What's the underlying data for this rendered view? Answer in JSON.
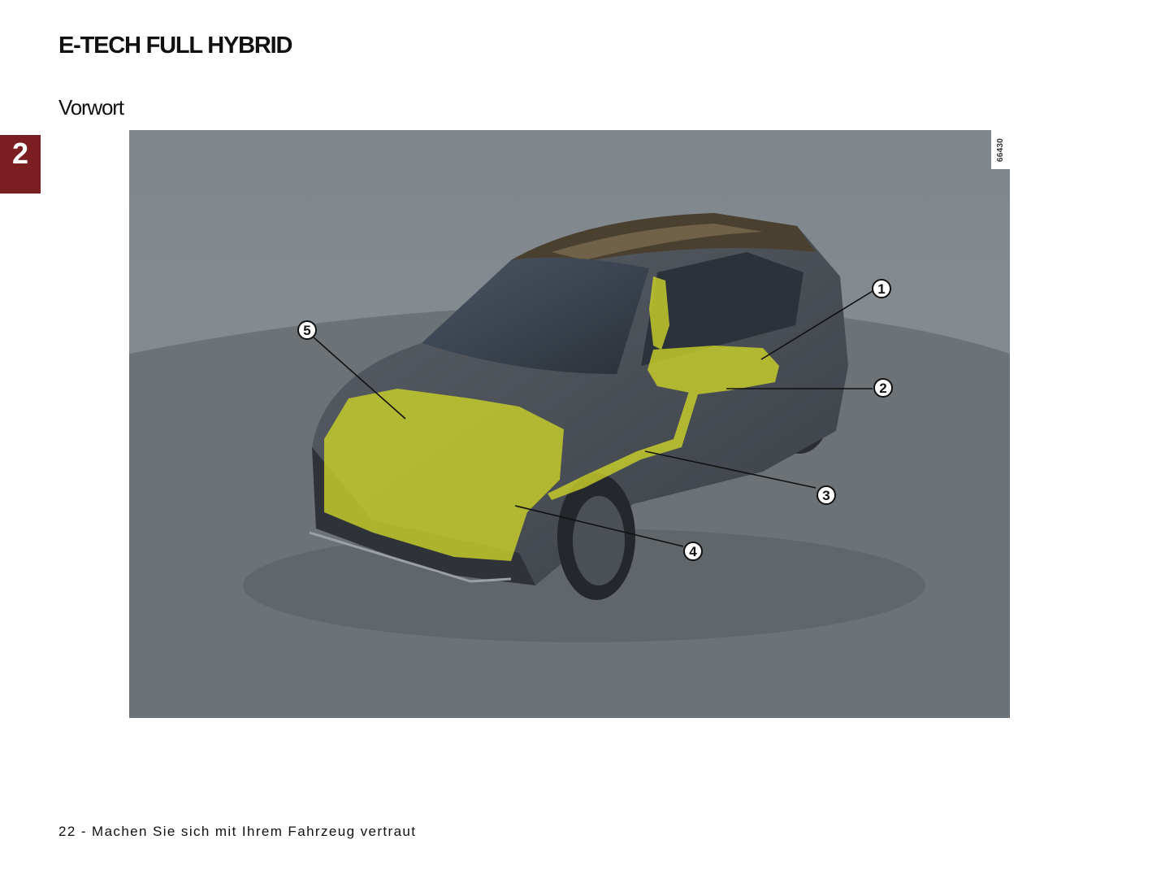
{
  "page": {
    "title": "E-TECH FULL HYBRID",
    "subtitle": "Vorwort",
    "chapter_tab": "2",
    "footer": "22 - Machen Sie sich mit Ihrem Fahrzeug vertraut"
  },
  "figure": {
    "image_id": "66430",
    "description": "Hybrid SUV with highlighted hybrid drivetrain components",
    "highlight_color": "#c8cf2a",
    "callouts": [
      {
        "label": "1"
      },
      {
        "label": "2"
      },
      {
        "label": "3"
      },
      {
        "label": "4"
      },
      {
        "label": "5"
      }
    ]
  },
  "colors": {
    "chapter_tab_bg": "#7a1e22",
    "figure_bg": "#7d8389"
  }
}
